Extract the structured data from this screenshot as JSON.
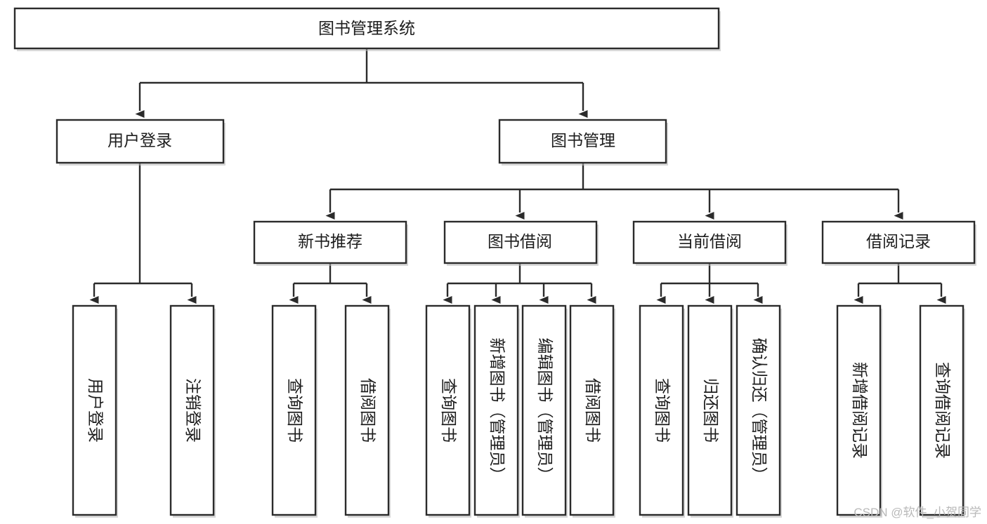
{
  "diagram": {
    "type": "tree-hierarchy",
    "title": "图书管理系统",
    "watermark": "CSDN @软件_小贺同学",
    "colors": {
      "node_fill": "#ffffff",
      "node_stroke": "#2b2b2b",
      "connector": "#2b2b2b",
      "text": "#1d1d1d",
      "watermark": "#b9b9b9"
    },
    "levels": {
      "root": {
        "label": "图书管理系统"
      },
      "level2": [
        {
          "id": "user-login",
          "label": "用户登录"
        },
        {
          "id": "book-manage",
          "label": "图书管理"
        }
      ],
      "level3": [
        {
          "id": "new-book-recommend",
          "label": "新书推荐",
          "parent": "book-manage"
        },
        {
          "id": "book-borrow",
          "label": "图书借阅",
          "parent": "book-manage"
        },
        {
          "id": "current-borrow",
          "label": "当前借阅",
          "parent": "book-manage"
        },
        {
          "id": "borrow-record",
          "label": "借阅记录",
          "parent": "book-manage"
        }
      ],
      "leaves": {
        "user-login": [
          {
            "id": "leaf-user-login",
            "label": "用户登录"
          },
          {
            "id": "leaf-logout-login",
            "label": "注销登录"
          }
        ],
        "new-book-recommend": [
          {
            "id": "leaf-query-book-1",
            "label": "查询图书"
          },
          {
            "id": "leaf-borrow-book-1",
            "label": "借阅图书"
          }
        ],
        "book-borrow": [
          {
            "id": "leaf-query-book-2",
            "label": "查询图书"
          },
          {
            "id": "leaf-add-book",
            "label": "新增图书（管理员）"
          },
          {
            "id": "leaf-edit-book",
            "label": "编辑图书（管理员）"
          },
          {
            "id": "leaf-borrow-book-2",
            "label": "借阅图书"
          }
        ],
        "current-borrow": [
          {
            "id": "leaf-query-book-3",
            "label": "查询图书"
          },
          {
            "id": "leaf-return-book",
            "label": "归还图书"
          },
          {
            "id": "leaf-confirm-return",
            "label": "确认归还（管理员）"
          }
        ],
        "borrow-record": [
          {
            "id": "leaf-add-record",
            "label": "新增借阅记录"
          },
          {
            "id": "leaf-query-record",
            "label": "查询借阅记录"
          }
        ]
      }
    }
  }
}
